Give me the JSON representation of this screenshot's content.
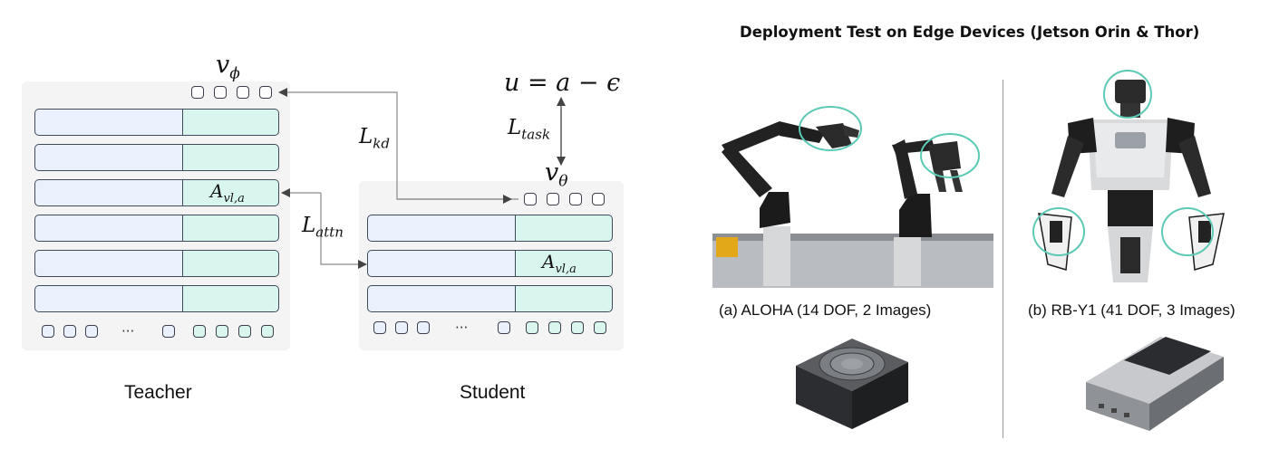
{
  "teacher": {
    "label": "Teacher",
    "output_symbol": "v",
    "output_sub": "ϕ",
    "attn_symbol": "A",
    "attn_sub": "vl,a"
  },
  "student": {
    "label": "Student",
    "output_symbol": "v",
    "output_sub": "θ",
    "attn_symbol": "A",
    "attn_sub": "vl,a"
  },
  "losses": {
    "kd_symbol": "L",
    "kd_sub": "kd",
    "attn_symbol": "L",
    "attn_sub": "attn",
    "task_symbol": "L",
    "task_sub": "task"
  },
  "equation": "u = a − ϵ",
  "ellipsis": "···",
  "deployment": {
    "title": "Deployment Test on Edge Devices (Jetson Orin & Thor)",
    "caption_a": "(a) ALOHA  (14 DOF, 2 Images)",
    "caption_b": "(b) RB-Y1 (41 DOF, 3 Images)"
  },
  "colors": {
    "vision_row": "#eaf1fd",
    "action_row": "#d9f6ee",
    "highlight_circle": "#5cc9b4",
    "arrow": "#888888"
  },
  "icons": [
    "aloha-robot-arms-icon",
    "rby1-humanoid-robot-icon",
    "jetson-orin-device-icon",
    "jetson-thor-device-icon"
  ]
}
